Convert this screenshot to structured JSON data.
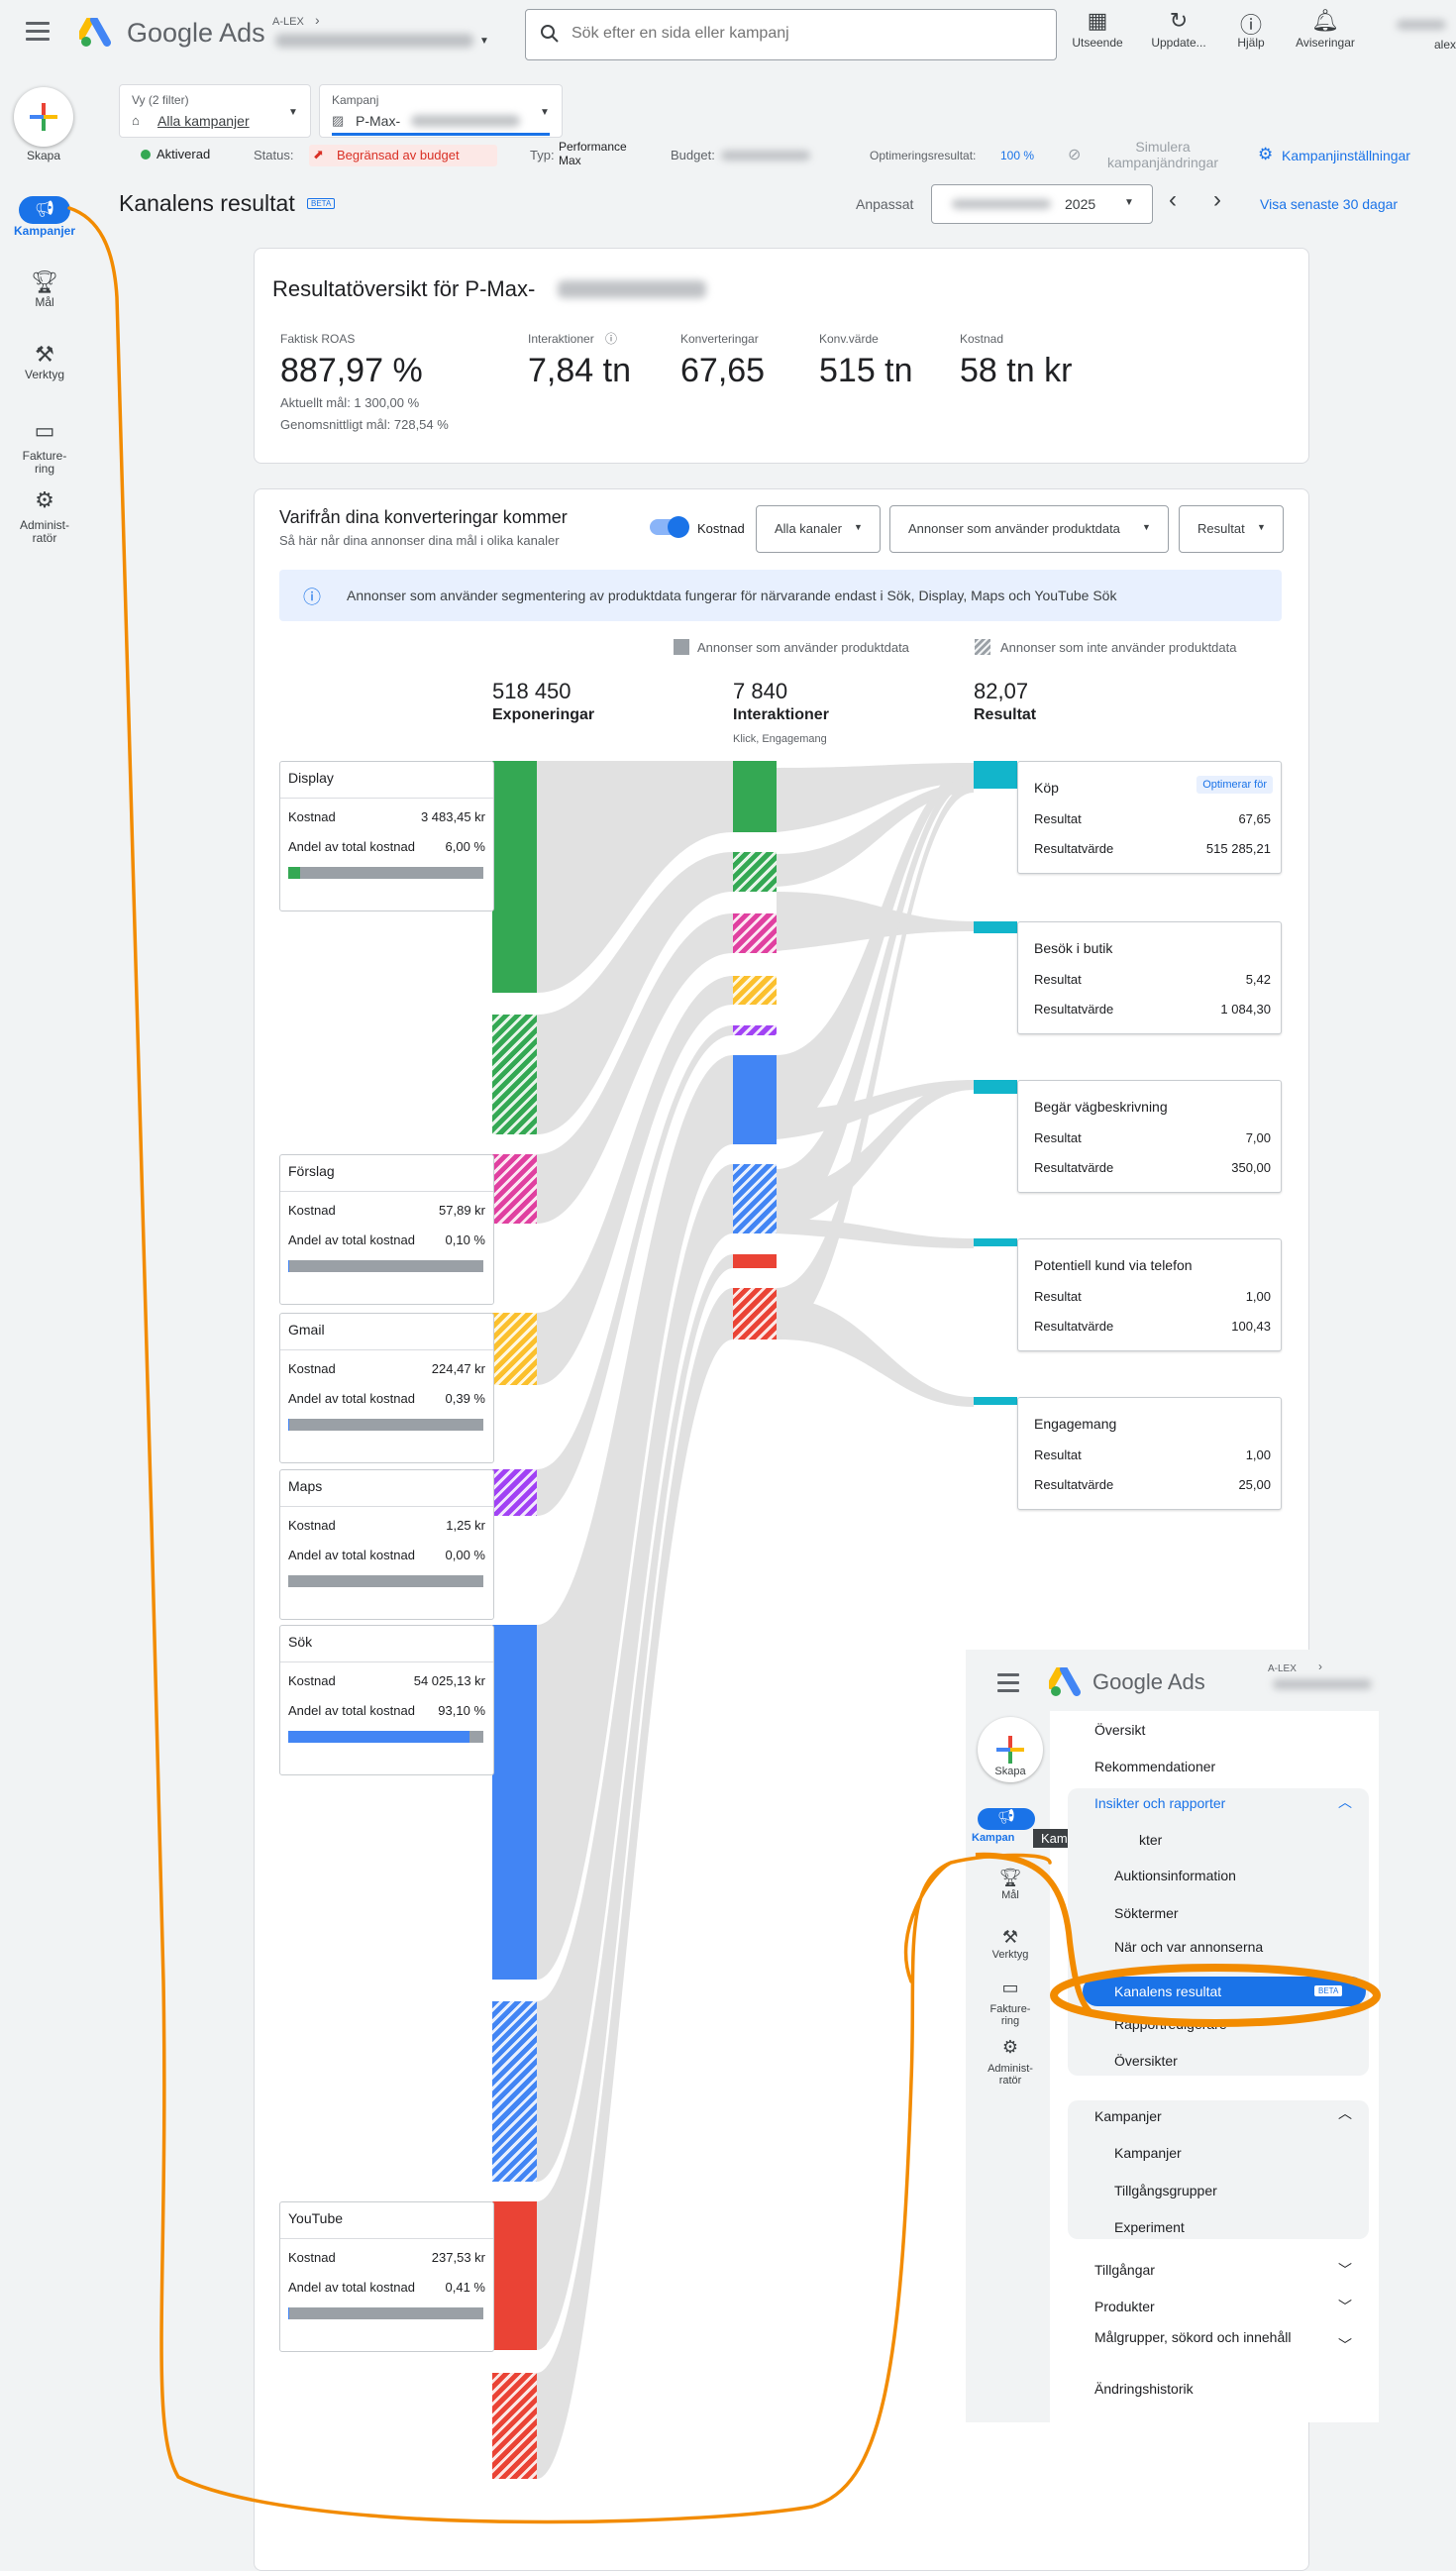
{
  "topbar": {
    "product": "Google Ads",
    "account_label": "A-LEX",
    "search_placeholder": "Sök efter en sida eller kampanj",
    "buttons": [
      "Utseende",
      "Uppdate...",
      "Hjälp",
      "Aviseringar"
    ],
    "user": "alex"
  },
  "rail": {
    "create": "Skapa",
    "items": [
      "Kampanjer",
      "Mål",
      "Verktyg",
      "Fakture-\nring",
      "Administ-\nratör"
    ]
  },
  "filters": {
    "view_label": "Vy (2 filter)",
    "view_value": "Alla kampanjer",
    "campaign_label": "Kampanj",
    "campaign_value": "P-Max-"
  },
  "status_bar": {
    "status_value": "Aktiverad",
    "status_label": "Status:",
    "status_limited": "Begränsad av budget",
    "type_label": "Typ:",
    "type_value": "Performance Max",
    "budget_label": "Budget:",
    "opt_label": "Optimeringsresultat:",
    "opt_value": "100 %",
    "simulate": "Simulera kampanjändringar",
    "settings": "Kampanjinställningar"
  },
  "page": {
    "title": "Kanalens resultat",
    "beta": "BETA",
    "date_label": "Anpassat",
    "date_year": "2025",
    "recent": "Visa senaste 30 dagar"
  },
  "overview": {
    "title": "Resultatöversikt för P-Max-",
    "roas_label": "Faktisk ROAS",
    "roas_value": "887,97 %",
    "roas_sub1": "Aktuellt mål: 1 300,00 %",
    "roas_sub2": "Genomsnittligt mål: 728,54 %",
    "metrics": [
      {
        "label": "Interaktioner",
        "value": "7,84 tn"
      },
      {
        "label": "Konverteringar",
        "value": "67,65"
      },
      {
        "label": "Konv.värde",
        "value": "515 tn"
      },
      {
        "label": "Kostnad",
        "value": "58 tn kr"
      }
    ]
  },
  "sources": {
    "title": "Varifrån dina konverteringar kommer",
    "subtitle": "Så här når dina annonser dina mål i olika kanaler",
    "toggle_label": "Kostnad",
    "dd1": "Alla kanaler",
    "dd2": "Annonser som använder produktdata",
    "dd3": "Resultat",
    "info": "Annonser som använder segmentering av produktdata fungerar för närvarande endast i Sök, Display, Maps och YouTube Sök",
    "legend1": "Annonser som använder produktdata",
    "legend2": "Annonser som inte använder produktdata",
    "col1_value": "518 450",
    "col1_label": "Exponeringar",
    "col2_value": "7 840",
    "col2_label": "Interaktioner",
    "col2_sub": "Klick, Engagemang",
    "col3_value": "82,07",
    "col3_label": "Resultat",
    "cost_label": "Kostnad",
    "share_label": "Andel av total kostnad",
    "channels": [
      {
        "name": "Display",
        "cost": "3 483,45 kr",
        "share": "6,00 %",
        "share_fraction": 0.06
      },
      {
        "name": "Förslag",
        "cost": "57,89 kr",
        "share": "0,10 %",
        "share_fraction": 0.001
      },
      {
        "name": "Gmail",
        "cost": "224,47 kr",
        "share": "0,39 %",
        "share_fraction": 0.0039
      },
      {
        "name": "Maps",
        "cost": "1,25 kr",
        "share": "0,00 %",
        "share_fraction": 0.0
      },
      {
        "name": "Sök",
        "cost": "54 025,13 kr",
        "share": "93,10 %",
        "share_fraction": 0.931
      },
      {
        "name": "YouTube",
        "cost": "237,53 kr",
        "share": "0,41 %",
        "share_fraction": 0.0041
      }
    ],
    "result_label": "Resultat",
    "value_label": "Resultatvärde",
    "optimize_badge": "Optimerar för",
    "results": [
      {
        "name": "Köp",
        "result": "67,65",
        "value": "515 285,21"
      },
      {
        "name": "Besök i butik",
        "result": "5,42",
        "value": "1 084,30"
      },
      {
        "name": "Begär vägbeskrivning",
        "result": "7,00",
        "value": "350,00"
      },
      {
        "name": "Potentiell kund via telefon",
        "result": "1,00",
        "value": "100,43"
      },
      {
        "name": "Engagemang",
        "result": "1,00",
        "value": "25,00"
      }
    ]
  },
  "inset": {
    "product": "Google Ads",
    "account_label": "A-LEX",
    "tooltip": "Kampanjer",
    "rail": [
      "Skapa",
      "Kampan",
      "Mål",
      "Verktyg",
      "Fakture-\nring",
      "Administ-\nratör"
    ],
    "menu": {
      "overview": "Översikt",
      "recommendations": "Rekommendationer",
      "insights_section": "Insikter och rapporter",
      "insights_items": [
        "kter",
        "Auktionsinformation",
        "Söktermer",
        "När och var annonserna visades",
        "Kanalens resultat",
        "Rapportredigerare",
        "Översikter"
      ],
      "insights_beta": "BETA",
      "campaigns_section": "Kampanjer",
      "campaigns_items": [
        "Kampanjer",
        "Tillgångsgrupper",
        "Experiment"
      ],
      "bottom_items": [
        "Tillgångar",
        "Produkter",
        "Målgrupper, sökord och innehåll",
        "Ändringshistorik"
      ]
    }
  },
  "colors": {
    "display": "#34a853",
    "forslag": "#e040a0",
    "gmail": "#fbc02d",
    "maps": "#a142f4",
    "sok": "#4285f4",
    "youtube": "#ea4335",
    "result": "#12b5cb",
    "annotation": "#f28b00",
    "accent": "#1a73e8"
  }
}
